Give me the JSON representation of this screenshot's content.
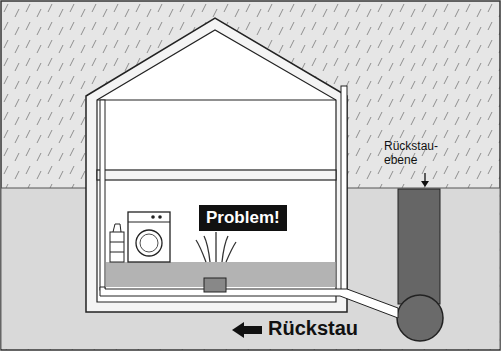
{
  "diagram": {
    "nodes": [
      {
        "text": [
          "Problem!"
        ]
      }
    ],
    "labels": [
      "Rückstau- ebene",
      "Rückstau"
    ]
  }
}
